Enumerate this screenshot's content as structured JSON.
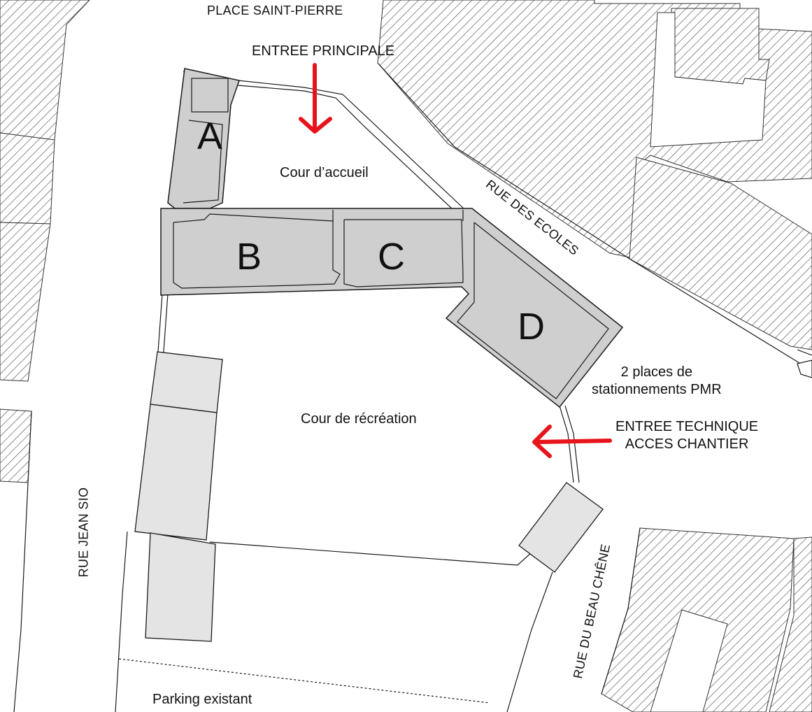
{
  "map": {
    "streets": {
      "place_saint_pierre": "PLACE SAINT-PIERRE",
      "rue_des_ecoles": "RUE DES ECOLES",
      "rue_jean_sio": "RUE JEAN SIO",
      "rue_du_beau_chene": "RUE DU BEAU CHÊNE"
    },
    "areas": {
      "cour_accueil": "Cour d’accueil",
      "cour_recreation": "Cour de récréation",
      "parking": "Parking existant"
    },
    "buildings": {
      "a": "A",
      "b": "B",
      "c": "C",
      "d": "D"
    },
    "callouts": {
      "entree_principale": "ENTREE PRINCIPALE",
      "entree_technique_line1": "ENTREE TECHNIQUE",
      "entree_technique_line2": "ACCES CHANTIER",
      "pmr_line1": "2 places de",
      "pmr_line2": "stationnements PMR"
    },
    "colors": {
      "building_fill": "#cfcfcf",
      "annex_fill": "#e4e4e4",
      "hatch": "#444444",
      "outline": "#1a1a1a",
      "arrow": "#e8141b"
    }
  }
}
